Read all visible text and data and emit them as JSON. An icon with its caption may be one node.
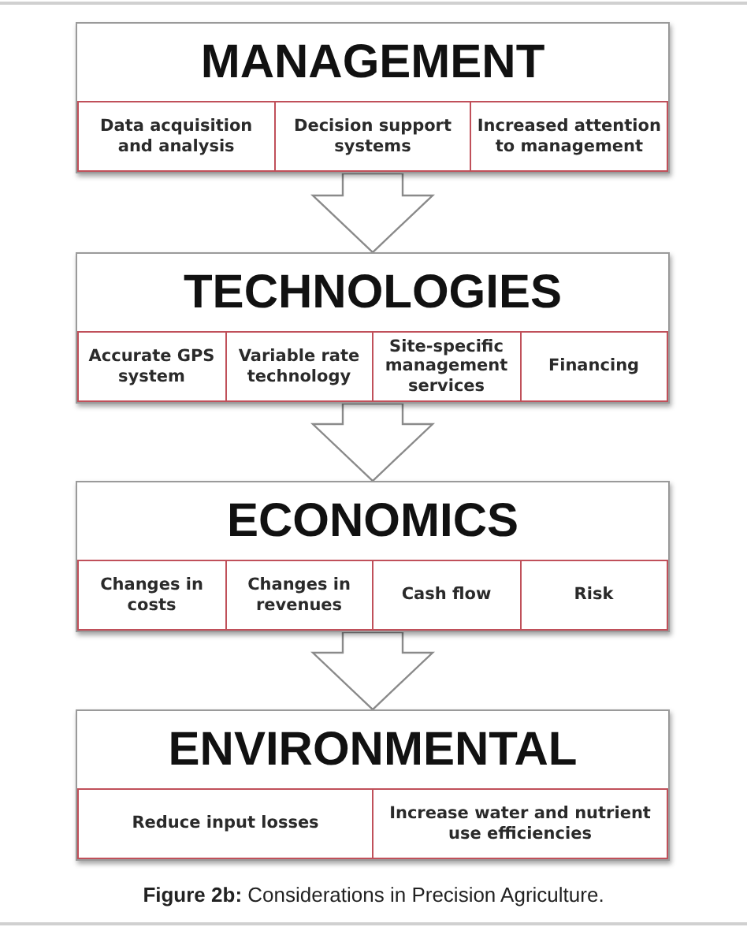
{
  "diagram": {
    "caption": "**Figure 2b:** Considerations in Precision Agriculture.",
    "nodes": [
      {
        "text": [
          "MANAGEMENT"
        ]
      },
      {
        "text": [
          "Data acquisition and analysis"
        ],
        "in": 0
      },
      {
        "text": [
          "Decision support systems"
        ],
        "in": 0
      },
      {
        "text": [
          "Increased attention to management"
        ],
        "in": 0
      },
      {
        "text": [
          "TECHNOLOGIES"
        ]
      },
      {
        "text": [
          "Accurate GPS system"
        ],
        "in": 4
      },
      {
        "text": [
          "Variable rate technology"
        ],
        "in": 4
      },
      {
        "text": [
          "Site-specific management services"
        ],
        "in": 4
      },
      {
        "text": [
          "Financing"
        ],
        "in": 4
      },
      {
        "text": [
          "ECONOMICS"
        ]
      },
      {
        "text": [
          "Changes in costs"
        ],
        "in": 9
      },
      {
        "text": [
          "Changes in revenues"
        ],
        "in": 9
      },
      {
        "text": [
          "Cash flow"
        ],
        "in": 9
      },
      {
        "text": [
          "Risk"
        ],
        "in": 9
      },
      {
        "text": [
          "ENVIRONMENTAL"
        ]
      },
      {
        "text": [
          "Reduce input losses"
        ],
        "in": 14
      },
      {
        "text": [
          "Increase water and nutrient use efficiencies"
        ],
        "in": 14
      }
    ],
    "edges": [
      {
        "from": 0,
        "to": 4,
        "arrow": "to"
      },
      {
        "from": 4,
        "to": 9,
        "arrow": "to"
      },
      {
        "from": 9,
        "to": 14,
        "arrow": "to"
      }
    ]
  }
}
